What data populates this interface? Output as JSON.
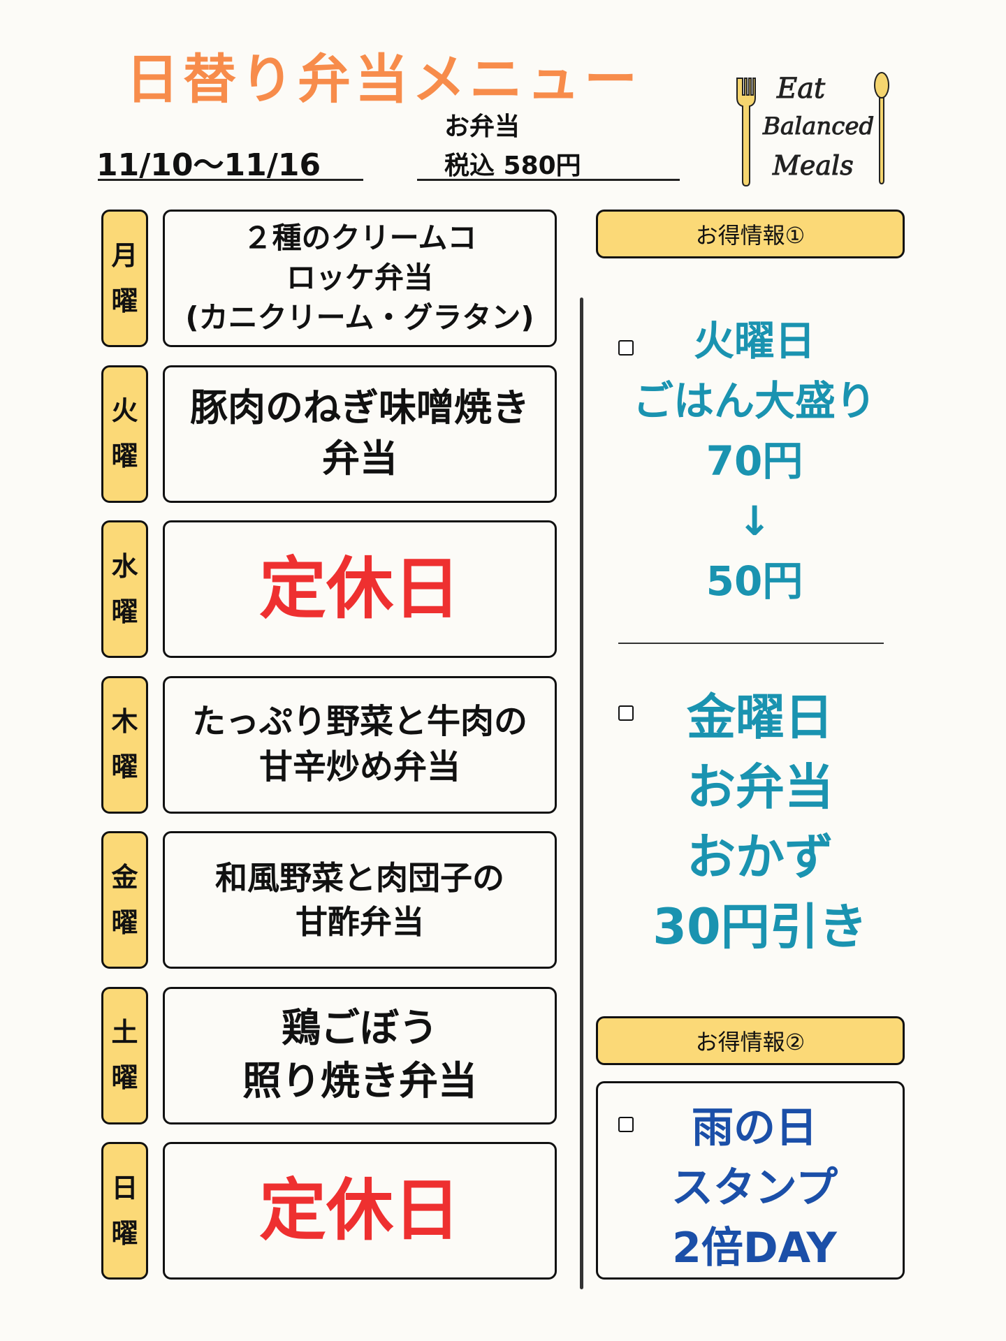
{
  "header": {
    "title": "日替り弁当メニュー",
    "date_range": "11/10〜11/16",
    "bento_label": "お弁当",
    "price": "税込  580円",
    "logo_text": "Eat Balanced Meals"
  },
  "menu": [
    {
      "day1": "月",
      "day2": "曜",
      "text": "２種のクリームコ\nロッケ弁当\n(カニクリーム・グラタン)",
      "closed": false
    },
    {
      "day1": "火",
      "day2": "曜",
      "text": "豚肉のねぎ味噌焼き\n弁当",
      "closed": false
    },
    {
      "day1": "水",
      "day2": "曜",
      "text": "定休日",
      "closed": true
    },
    {
      "day1": "木",
      "day2": "曜",
      "text": "たっぷり野菜と牛肉の\n甘辛炒め弁当",
      "closed": false
    },
    {
      "day1": "金",
      "day2": "曜",
      "text": "和風野菜と肉団子の\n甘酢弁当",
      "closed": false
    },
    {
      "day1": "土",
      "day2": "曜",
      "text": "鶏ごぼう\n照り焼き弁当",
      "closed": false
    },
    {
      "day1": "日",
      "day2": "曜",
      "text": "定休日",
      "closed": true
    }
  ],
  "deals": {
    "tag1": "お得情報①",
    "deal1": [
      "火曜日",
      "ごはん大盛り",
      "70円",
      "↓",
      "50円"
    ],
    "deal2": [
      "金曜日",
      "お弁当",
      "おかず",
      "30円引き"
    ],
    "tag2": "お得情報②",
    "deal3": [
      "雨の日",
      "スタンプ",
      "2倍DAY"
    ]
  },
  "colors": {
    "title": "#f78c4b",
    "tab": "#fbd977",
    "closed": "#ee3030",
    "teal": "#1a93b0",
    "blue": "#1b4fa8"
  }
}
